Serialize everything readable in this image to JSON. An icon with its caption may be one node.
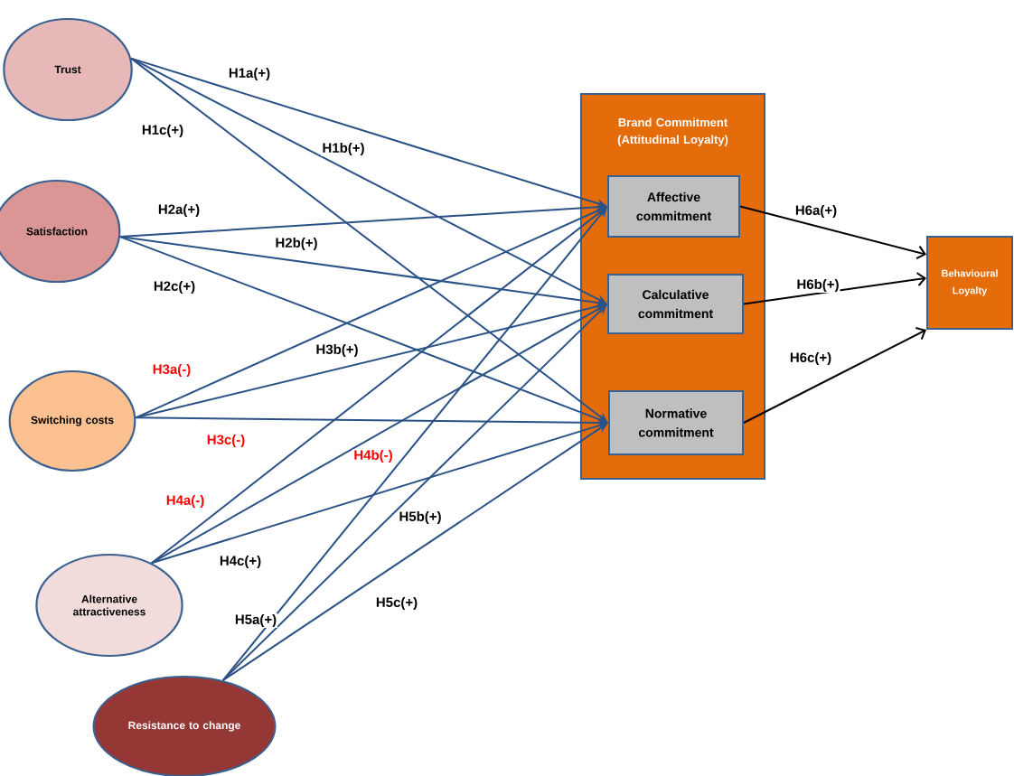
{
  "diagram": {
    "nodes": [
      {
        "text": [
          "Trust"
        ]
      },
      {
        "text": [
          "Satisfaction"
        ]
      },
      {
        "text": [
          "Switching costs"
        ]
      },
      {
        "text": [
          "Alternative attractiveness"
        ]
      },
      {
        "text": [
          "Resistance to change"
        ]
      },
      {
        "text": [
          "Brand Commitment (Attitudinal Loyalty)"
        ]
      },
      {
        "text": [
          "Affective commitment"
        ],
        "in": 5
      },
      {
        "text": [
          "Calculative commitment"
        ],
        "in": 5
      },
      {
        "text": [
          "Normative commitment"
        ],
        "in": 5
      },
      {
        "text": [
          "Behavioural Loyalty"
        ]
      }
    ],
    "edges": [
      {
        "from": 0,
        "to": 6,
        "arrow": "to",
        "label": "H1a(+)"
      },
      {
        "from": 0,
        "to": 7,
        "arrow": "to",
        "label": "H1b(+)"
      },
      {
        "from": 0,
        "to": 8,
        "arrow": "to",
        "label": "H1c(+)"
      },
      {
        "from": 1,
        "to": 6,
        "arrow": "to",
        "label": "H2a(+)"
      },
      {
        "from": 1,
        "to": 7,
        "arrow": "to",
        "label": "H2b(+)"
      },
      {
        "from": 1,
        "to": 8,
        "arrow": "to",
        "label": "H2c(+)"
      },
      {
        "from": 2,
        "to": 6,
        "arrow": "to",
        "label": "H3a(-)"
      },
      {
        "from": 2,
        "to": 7,
        "arrow": "to",
        "label": "H3b(+)"
      },
      {
        "from": 2,
        "to": 8,
        "arrow": "to",
        "label": "H3c(-)"
      },
      {
        "from": 3,
        "to": 6,
        "arrow": "to",
        "label": "H4a(-)"
      },
      {
        "from": 3,
        "to": 7,
        "arrow": "to",
        "label": "H4b(-)"
      },
      {
        "from": 3,
        "to": 8,
        "arrow": "to",
        "label": "H4c(+)"
      },
      {
        "from": 4,
        "to": 6,
        "arrow": "to",
        "label": "H5a(+)"
      },
      {
        "from": 4,
        "to": 7,
        "arrow": "to",
        "label": "H5b(+)"
      },
      {
        "from": 4,
        "to": 8,
        "arrow": "to",
        "label": "H5c(+)"
      },
      {
        "from": 6,
        "to": 9,
        "arrow": "to",
        "label": "H6a(+)",
        "color": "#000000"
      },
      {
        "from": 7,
        "to": 9,
        "arrow": "to",
        "label": "H6b(+)",
        "color": "#000000"
      },
      {
        "from": 8,
        "to": 9,
        "arrow": "to",
        "label": "H6c(+)",
        "color": "#000000"
      }
    ]
  }
}
